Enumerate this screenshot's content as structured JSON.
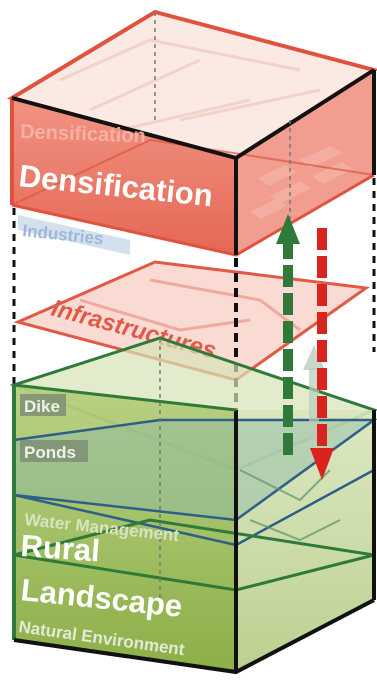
{
  "labels": {
    "densification_ghost": "Densification",
    "densification": "Densification",
    "industries": "Industries",
    "infrastructures": "Infrastructures",
    "dike": "Dike",
    "ponds": "Ponds",
    "water_management": "Water Management",
    "rural_line1": "Rural",
    "rural_line2": "Landscape",
    "natural_environment": "Natural Environment"
  },
  "colors": {
    "densification": "#e0523e",
    "densification_fill": "#ea6a58",
    "infrastructures": "#e05a47",
    "industries": "#9db8d8",
    "rural": "#2f7a3a",
    "rural_fill": "#9cbc5a",
    "water": "#2e5f86",
    "arrow_up": "#2f7a3a",
    "arrow_down": "#d8231f",
    "edge": "#111111"
  },
  "icons": {
    "arrow_up": "arrow-up-icon",
    "arrow_down": "arrow-down-icon"
  }
}
